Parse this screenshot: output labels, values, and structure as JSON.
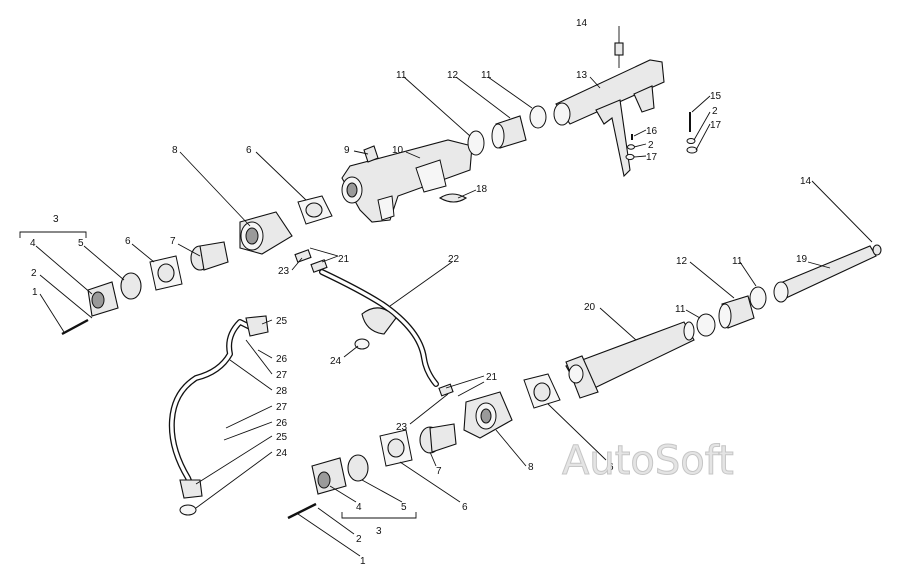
{
  "watermark": "AutoSoft",
  "colors": {
    "ink": "#111111",
    "background": "#ffffff",
    "watermark": "#d0d0d0"
  },
  "labels": {
    "l1a": "1",
    "l1b": "1",
    "l2a": "2",
    "l2b": "2",
    "l2c": "2",
    "l2d": "2",
    "l3a": "3",
    "l3b": "3",
    "l4a": "4",
    "l4b": "4",
    "l5a": "5",
    "l5b": "5",
    "l6a": "6",
    "l6b": "6",
    "l6c": "6",
    "l6d": "6",
    "l7a": "7",
    "l7b": "7",
    "l8a": "8",
    "l8b": "8",
    "l9": "9",
    "l10": "10",
    "l11a": "11",
    "l11b": "11",
    "l11c": "11",
    "l11d": "11",
    "l12a": "12",
    "l12b": "12",
    "l13": "13",
    "l14a": "14",
    "l14b": "14",
    "l15": "15",
    "l16": "16",
    "l17a": "17",
    "l17b": "17",
    "l18": "18",
    "l19": "19",
    "l20": "20",
    "l21a": "21",
    "l21b": "21",
    "l22": "22",
    "l23a": "23",
    "l23b": "23",
    "l24a": "24",
    "l24b": "24",
    "l25a": "25",
    "l25b": "25",
    "l26a": "26",
    "l26b": "26",
    "l27a": "27",
    "l27b": "27",
    "l28": "28"
  }
}
